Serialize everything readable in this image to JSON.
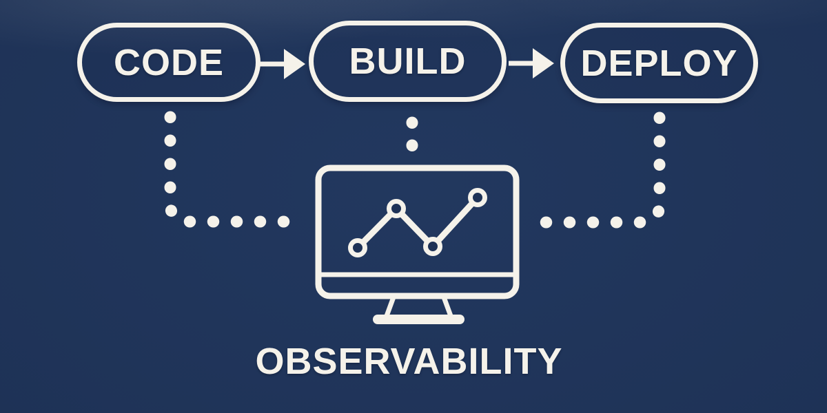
{
  "theme": {
    "background_color": "#1e3256",
    "foreground_color": "#f5f2ea"
  },
  "pipeline": {
    "stages": [
      {
        "label": "CODE"
      },
      {
        "label": "BUILD"
      },
      {
        "label": "DEPLOY"
      }
    ],
    "connector_arrow_icon": "arrow-right-icon",
    "feedback_connector_icon": "dotted-line-icon"
  },
  "observability": {
    "label": "OBSERVABILITY",
    "icon": "monitor-line-chart-icon"
  }
}
